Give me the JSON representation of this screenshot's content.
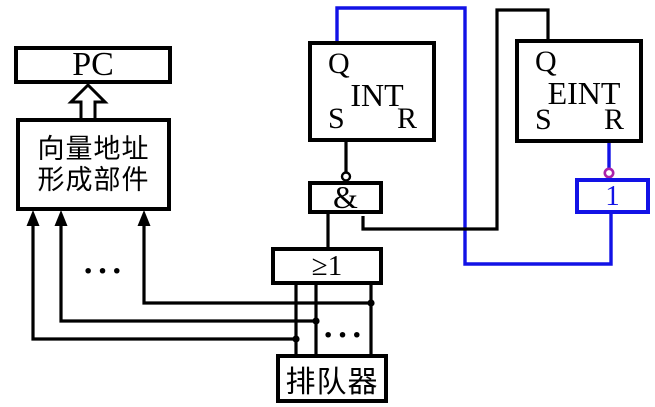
{
  "colors": {
    "wire_black": "#000000",
    "wire_blue": "#1212e6",
    "inverter_bubble_outline": "#aa22aa",
    "background": "#ffffff"
  },
  "boxes": {
    "pc": {
      "label": "PC"
    },
    "vector_unit": {
      "line1": "向量地址",
      "line2": "形成部件"
    },
    "int_flipflop": {
      "title": "INT",
      "q_label": "Q",
      "s_label": "S",
      "r_label": "R"
    },
    "eint_flipflop": {
      "title": "EINT",
      "q_label": "Q",
      "s_label": "S",
      "r_label": "R"
    },
    "and_gate": {
      "label": "&"
    },
    "or_gate": {
      "label": "≥1"
    },
    "inverter_gate": {
      "label": "1"
    },
    "queue_unit": {
      "label": "排队器"
    }
  },
  "ellipses": {
    "left": "···",
    "bottom": "···"
  }
}
